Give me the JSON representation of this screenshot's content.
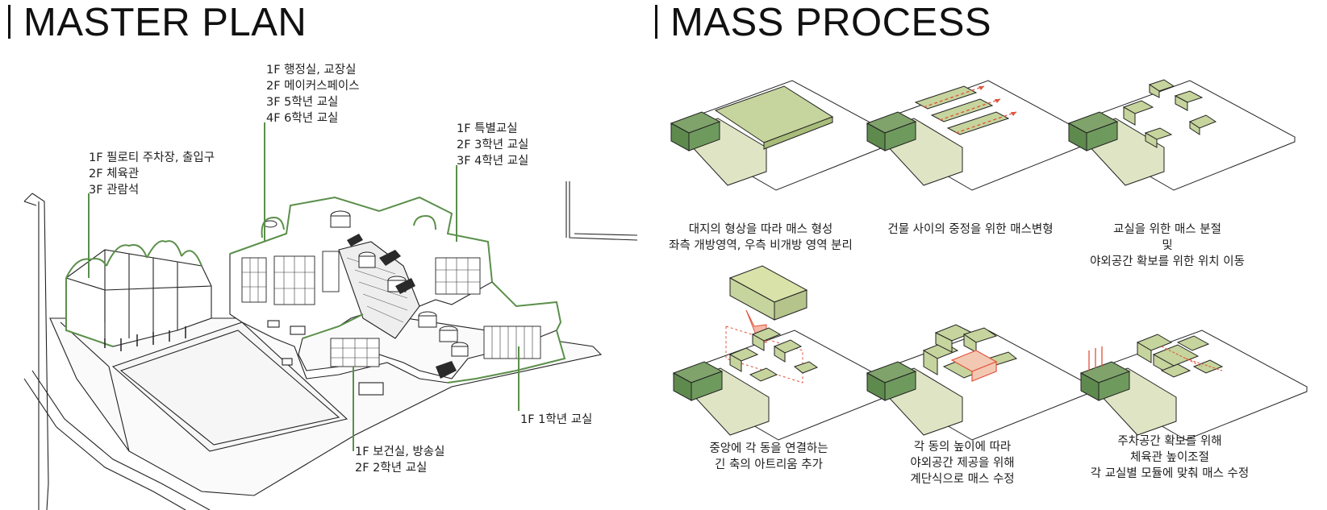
{
  "headings": {
    "master_plan": "MASTER PLAN",
    "mass_process": "MASS PROCESS"
  },
  "master_plan_labels": {
    "admin_block": [
      "1F 행정실, 교장실",
      "2F 메이커스페이스",
      "3F 5학년 교실",
      "4F 6학년 교실"
    ],
    "gym_block": [
      "1F 필로티 주차장, 출입구",
      "2F 체육관",
      "3F 관람석"
    ],
    "special_block": [
      "1F 특별교실",
      "2F 3학년 교실",
      "3F 4학년 교실"
    ],
    "first_grade": [
      "1F 1학년 교실"
    ],
    "health_block": [
      "1F 보건실, 방송실",
      "2F 2학년 교실"
    ]
  },
  "mass_process_captions": [
    [
      "대지의 형상을 따라 매스 형성",
      "좌측 개방영역, 우측 비개방 영역 분리"
    ],
    [
      "건물 사이의 중정을 위한 매스변형"
    ],
    [
      "교실을 위한 매스 분절",
      "및",
      "야외공간 확보를 위한 위치 이동"
    ],
    [
      "중앙에 각 동을 연결하는",
      "긴 축의 아트리움 추가"
    ],
    [
      "각 동의 높이에 따라",
      "야외공간 제공을 위해",
      "계단식으로 매스 수정"
    ],
    [
      "주차공간 확보를 위해",
      "체육관 높이조절",
      "각 교실별 모듈에 맞춰 매스 수정"
    ]
  ],
  "colors": {
    "dark_green": "#5e8a4e",
    "light_green": "#c6d49d",
    "pale_green": "#dfe5c4",
    "accent_green": "#5b8f4a",
    "arrow_red": "#e0523a"
  }
}
